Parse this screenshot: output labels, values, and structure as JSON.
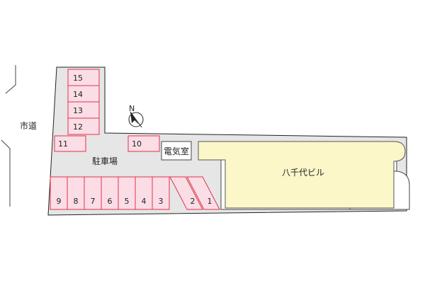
{
  "map": {
    "road_label": "市道",
    "parking_label": "駐車場",
    "electric_room_label": "電気室",
    "building_label": "八千代ビル",
    "north_marker_label": "N",
    "parking_slot_numbers": [
      "15",
      "14",
      "13",
      "12",
      "11",
      "10",
      "9",
      "8",
      "7",
      "6",
      "5",
      "4",
      "3",
      "2",
      "1"
    ]
  },
  "colors": {
    "slot_fill": "#fbdde6",
    "slot_stroke": "#e0334a",
    "lot_fill": "#e6e6e6",
    "building_fill": "#fbf7c8",
    "building_stroke": "#555555"
  }
}
